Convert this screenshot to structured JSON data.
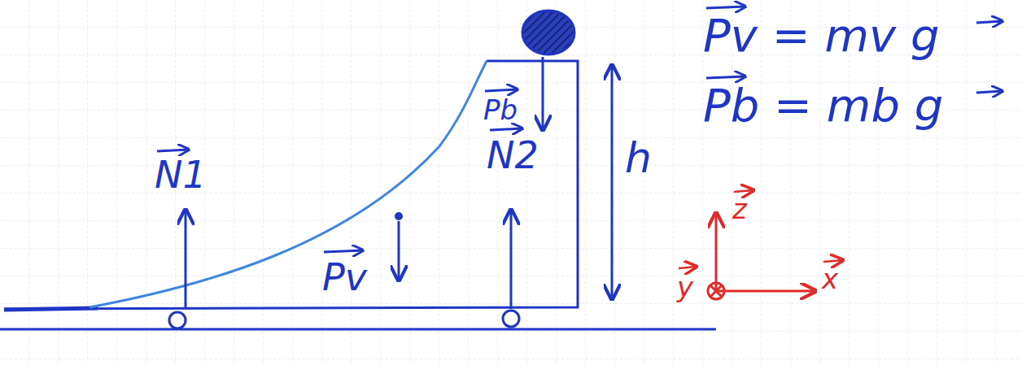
{
  "diagram": {
    "labels": [
      "N1",
      "Pv",
      "N2",
      "Pb",
      "h",
      "Pv = mv g",
      "Pb = mb g",
      "z",
      "y",
      "x"
    ]
  }
}
